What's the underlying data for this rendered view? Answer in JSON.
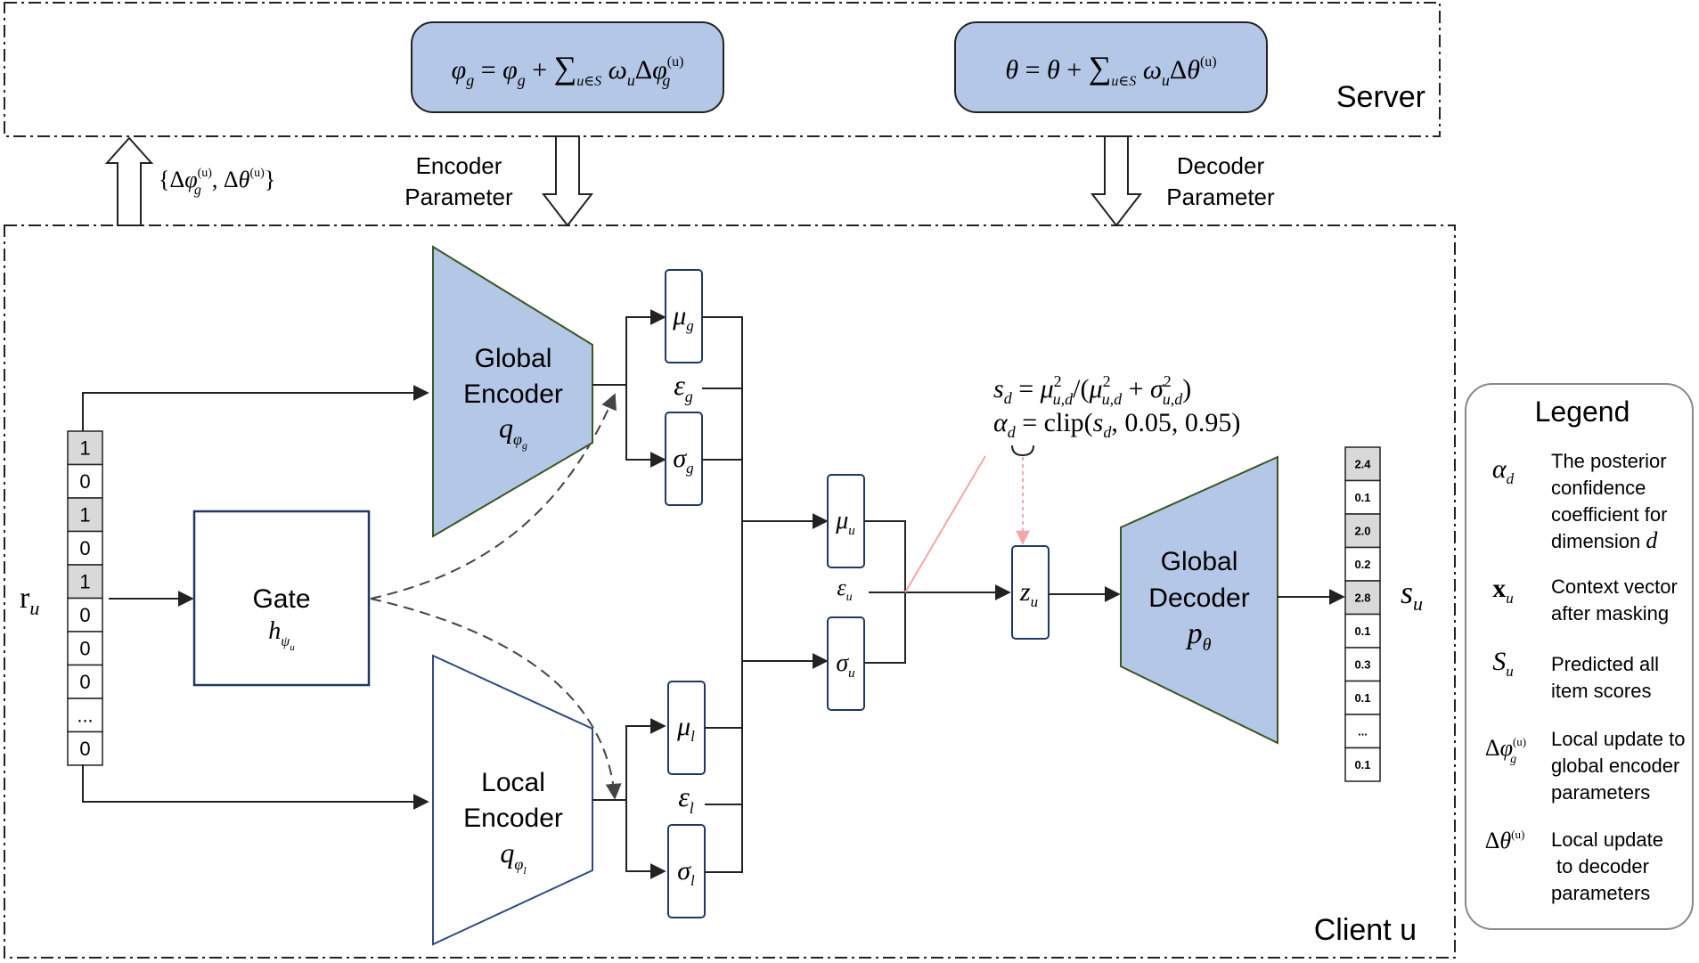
{
  "server": {
    "label": "Server",
    "formula_encoder_lhs": "φ",
    "formula_encoder": "= φ_g + Σ_{u∈S} ω_u Δφ_g^(u)",
    "formula_decoder": "θ = θ + Σ_{u∈S} ω_u Δθ^(u)"
  },
  "client": {
    "label": "Client u"
  },
  "arrows": {
    "upload_label": "{Δφ_g^(u), Δθ^(u)}",
    "encoder_param_line1": "Encoder",
    "encoder_param_line2": "Parameter",
    "decoder_param_line1": "Decoder",
    "decoder_param_line2": "Parameter"
  },
  "input": {
    "label": "r",
    "label_sub": "u",
    "vector": [
      "1",
      "0",
      "1",
      "0",
      "1",
      "0",
      "0",
      "0",
      "...",
      "0"
    ],
    "highlighted": [
      true,
      false,
      true,
      false,
      true,
      false,
      false,
      false,
      false,
      false
    ]
  },
  "gate": {
    "title": "Gate",
    "symbol": "h",
    "symbol_sub": "ψ",
    "symbol_subsub": "u"
  },
  "global_encoder": {
    "line1": "Global",
    "line2": "Encoder",
    "symbol": "q",
    "symbol_sub": "φ",
    "symbol_subsub": "g"
  },
  "local_encoder": {
    "line1": "Local",
    "line2": "Encoder",
    "symbol": "q",
    "symbol_sub": "φ",
    "symbol_subsub": "l"
  },
  "latent": {
    "mu_g": "μ",
    "mu_g_sub": "g",
    "eps_g": "ε",
    "eps_g_sub": "g",
    "sigma_g": "σ",
    "sigma_g_sub": "g",
    "mu_l": "μ",
    "mu_l_sub": "l",
    "eps_l": "ε",
    "eps_l_sub": "l",
    "sigma_l": "σ",
    "sigma_l_sub": "l",
    "mu_u": "μ",
    "mu_u_sub": "u",
    "eps_u": "ε",
    "eps_u_sub": "u",
    "sigma_u": "σ",
    "sigma_u_sub": "u",
    "z": "z",
    "z_sub": "u"
  },
  "confidence": {
    "line1": "s_d = μ²_{u,d} / (μ²_{u,d} + σ²_{u,d})",
    "line2": "α_d = clip(s_d, 0.05, 0.95)"
  },
  "global_decoder": {
    "line1": "Global",
    "line2": "Decoder",
    "symbol": "p",
    "symbol_sub": "θ"
  },
  "output": {
    "label": "s",
    "label_sub": "u",
    "vector": [
      "2.4",
      "0.1",
      "2.0",
      "0.2",
      "2.8",
      "0.1",
      "0.3",
      "0.1",
      "...",
      "0.1"
    ],
    "highlighted": [
      true,
      false,
      true,
      false,
      true,
      false,
      false,
      false,
      false,
      false
    ]
  },
  "legend": {
    "title": "Legend",
    "items": [
      {
        "symbol": "α_d",
        "lines": [
          "The posterior",
          "confidence",
          "coefficient for",
          "dimension d"
        ]
      },
      {
        "symbol": "x_u",
        "lines": [
          "Context vector",
          "after masking"
        ]
      },
      {
        "symbol": "S_u",
        "lines": [
          "Predicted all",
          "item scores"
        ]
      },
      {
        "symbol": "Δφ_g^(u)",
        "lines": [
          "Local update to",
          "global encoder",
          "parameters"
        ]
      },
      {
        "symbol": "Δθ^(u)",
        "lines": [
          "Local update",
          "to decoder",
          "parameters"
        ]
      }
    ]
  },
  "colors": {
    "encoder_fill": "#b4c7e7",
    "encoder_stroke_green": "#385723",
    "local_stroke": "#2f4a7f",
    "gate_stroke": "#1f3864",
    "cell_gray": "#d9d9d9",
    "pink": "#f4a6a6"
  }
}
